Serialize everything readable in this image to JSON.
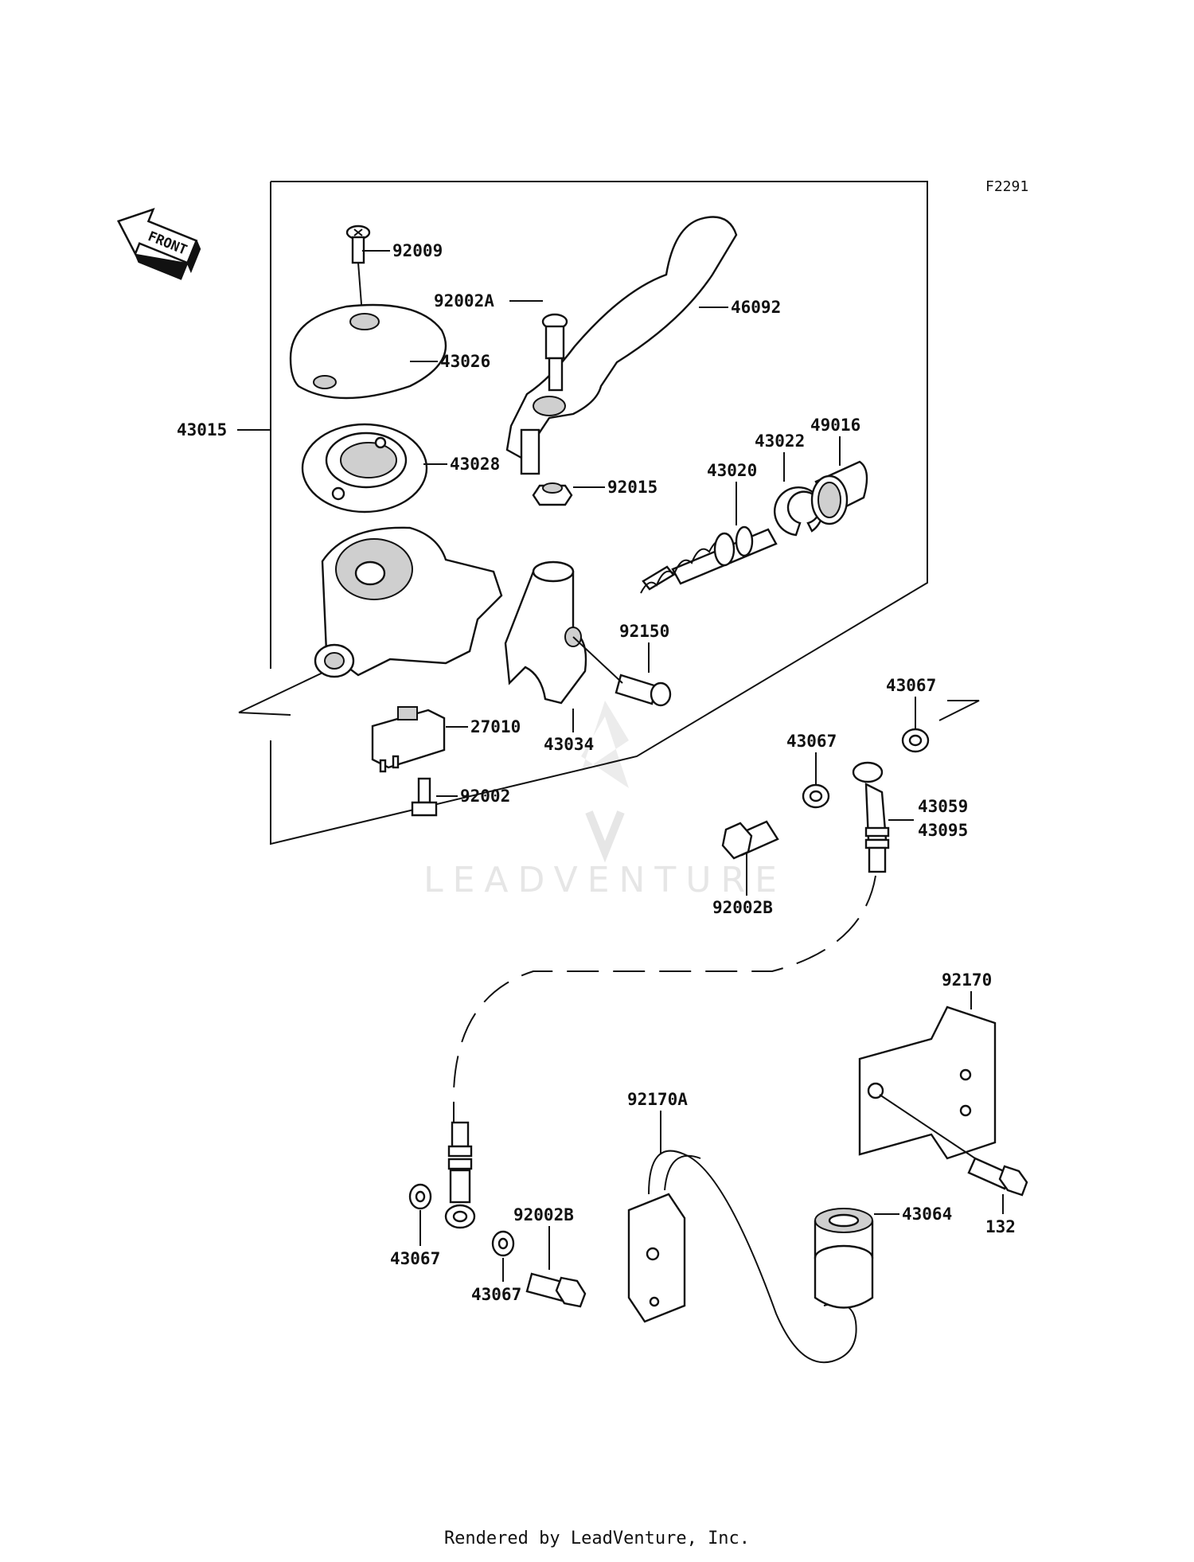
{
  "figure_code": "F2291",
  "front_arrow_label": "FRONT",
  "watermark": "LEADVENTURE",
  "footer": "Rendered by LeadVenture, Inc.",
  "parts": [
    {
      "id": "92009"
    },
    {
      "id": "92002A"
    },
    {
      "id": "46092"
    },
    {
      "id": "43026"
    },
    {
      "id": "43015"
    },
    {
      "id": "43028"
    },
    {
      "id": "92015"
    },
    {
      "id": "43020"
    },
    {
      "id": "43022"
    },
    {
      "id": "49016"
    },
    {
      "id": "92150"
    },
    {
      "id": "43067"
    },
    {
      "id": "27010"
    },
    {
      "id": "43034"
    },
    {
      "id": "43067"
    },
    {
      "id": "43059"
    },
    {
      "id": "43095"
    },
    {
      "id": "92002"
    },
    {
      "id": "92002B"
    },
    {
      "id": "92170"
    },
    {
      "id": "92170A"
    },
    {
      "id": "92002B"
    },
    {
      "id": "43064"
    },
    {
      "id": "43067"
    },
    {
      "id": "132"
    },
    {
      "id": "43067"
    }
  ]
}
